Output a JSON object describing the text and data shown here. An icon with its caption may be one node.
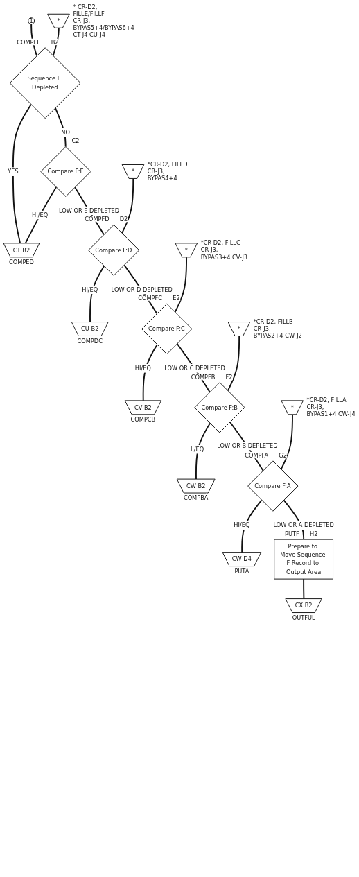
{
  "diagram": {
    "nodes": [
      {
        "text": [
          "1"
        ]
      },
      {
        "text": [
          "*"
        ],
        "beside": [
          "* CR-D2, FILLE/FILLF CR-J3, BYPAS5+4/BYPAS6+4 CT-J4 CU-J4"
        ]
      },
      {
        "text": [
          "Sequence F Depleted"
        ],
        "beside": [
          "COMPFE",
          "B2"
        ]
      },
      {
        "text": [
          "Compare F:E"
        ],
        "beside": [
          "C2"
        ]
      },
      {
        "text": [
          "CT B2"
        ],
        "beside": [
          "COMPED"
        ]
      },
      {
        "text": [
          "*"
        ],
        "beside": [
          "*CR-D2, FILLD CR-J3, BYPAS4+4"
        ]
      },
      {
        "text": [
          "Compare F:D"
        ],
        "beside": [
          "COMPFD",
          "D2"
        ]
      },
      {
        "text": [
          "CU B2"
        ],
        "beside": [
          "COMPDC"
        ]
      },
      {
        "text": [
          "*"
        ],
        "beside": [
          "*CR-D2, FILLC CR-J3, BYPAS3+4 CV-J3"
        ]
      },
      {
        "text": [
          "Compare F:C"
        ],
        "beside": [
          "COMPFC",
          "E2"
        ]
      },
      {
        "text": [
          "CV B2"
        ],
        "beside": [
          "COMPCB"
        ]
      },
      {
        "text": [
          "*"
        ],
        "beside": [
          "*CR-D2, FILLB CR-J3, BYPAS2+4 CW-J2"
        ]
      },
      {
        "text": [
          "Compare F:B"
        ],
        "beside": [
          "COMPFB",
          "F2"
        ]
      },
      {
        "text": [
          "CW B2"
        ],
        "beside": [
          "COMPBA"
        ]
      },
      {
        "text": [
          "*"
        ],
        "beside": [
          "*CR-D2, FILLA CR-J3, BYPAS1+4 CW-J4"
        ]
      },
      {
        "text": [
          "Compare F:A"
        ],
        "beside": [
          "COMPFA",
          "G2"
        ]
      },
      {
        "text": [
          "CW D4"
        ],
        "beside": [
          "PUTA"
        ]
      },
      {
        "text": [
          "Prepare to Move Sequence F Record to Output Area"
        ],
        "beside": [
          "PUTF",
          "H2"
        ]
      },
      {
        "text": [
          "CX B2"
        ],
        "beside": [
          "OUTFUL"
        ]
      }
    ],
    "edges": [
      {
        "from": 0,
        "to": 2,
        "arrow": "none"
      },
      {
        "from": 1,
        "to": 2,
        "arrow": "none"
      },
      {
        "from": 2,
        "to": 4,
        "arrow": "none",
        "label": "YES"
      },
      {
        "from": 2,
        "to": 3,
        "arrow": "none",
        "label": "NO"
      },
      {
        "from": 3,
        "to": 4,
        "arrow": "none",
        "label": "HI/EQ"
      },
      {
        "from": 3,
        "to": 6,
        "arrow": "none",
        "label": "LOW OR E DEPLETED"
      },
      {
        "from": 5,
        "to": 6,
        "arrow": "none"
      },
      {
        "from": 6,
        "to": 7,
        "arrow": "none",
        "label": "HI/EQ"
      },
      {
        "from": 6,
        "to": 9,
        "arrow": "none",
        "label": "LOW OR D DEPLETED"
      },
      {
        "from": 8,
        "to": 9,
        "arrow": "none"
      },
      {
        "from": 9,
        "to": 10,
        "arrow": "none",
        "label": "HI/EQ"
      },
      {
        "from": 9,
        "to": 12,
        "arrow": "none",
        "label": "LOW OR C DEPLETED"
      },
      {
        "from": 11,
        "to": 12,
        "arrow": "none"
      },
      {
        "from": 12,
        "to": 13,
        "arrow": "none",
        "label": "HI/EQ"
      },
      {
        "from": 12,
        "to": 15,
        "arrow": "none",
        "label": "LOW OR B DEPLETED"
      },
      {
        "from": 14,
        "to": 15,
        "arrow": "none"
      },
      {
        "from": 15,
        "to": 16,
        "arrow": "none",
        "label": "HI/EQ"
      },
      {
        "from": 15,
        "to": 17,
        "arrow": "none",
        "label": "LOW OR A DEPLETED"
      },
      {
        "from": 17,
        "to": 18,
        "arrow": "none"
      }
    ]
  }
}
